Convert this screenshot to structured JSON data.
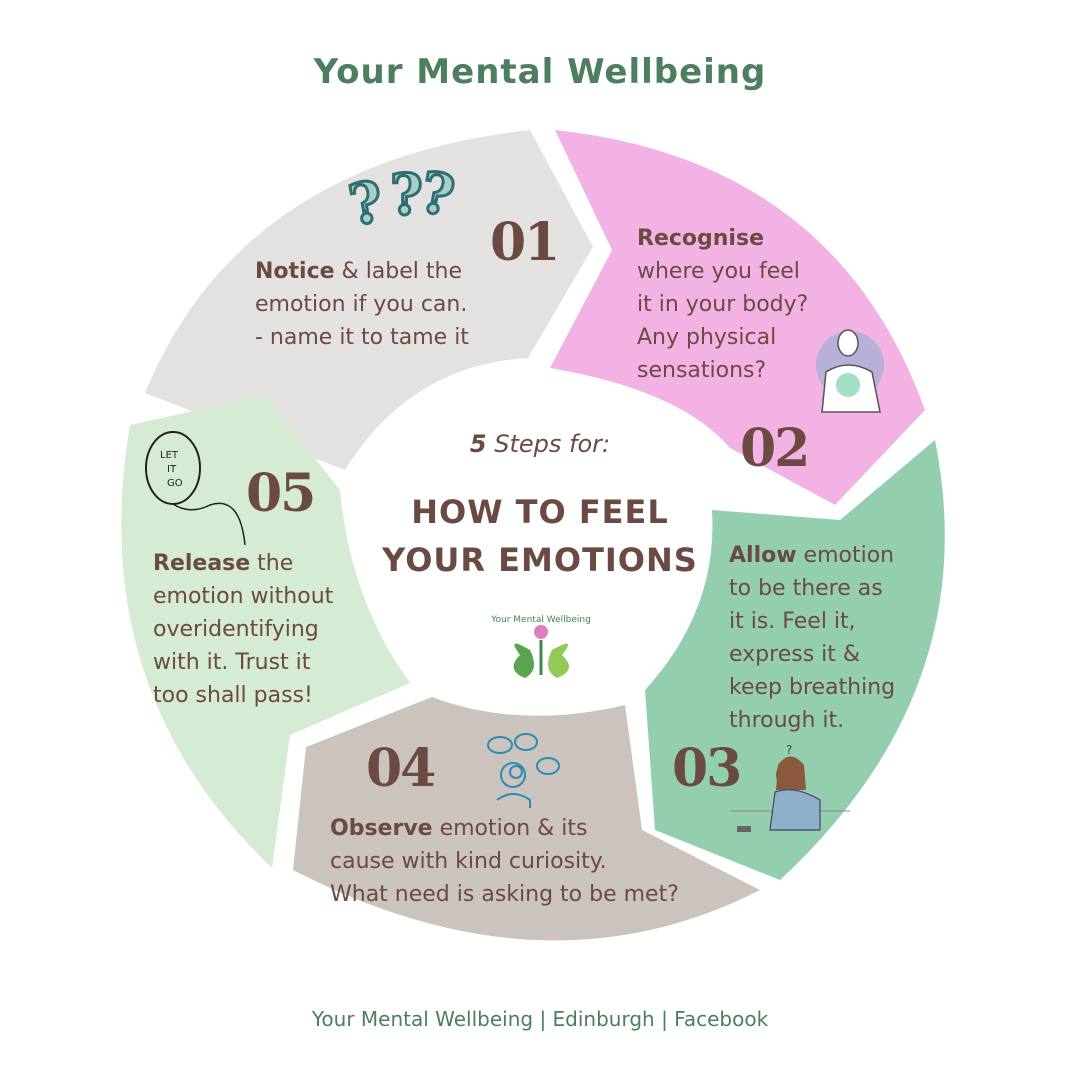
{
  "header": {
    "title": "Your Mental Wellbeing"
  },
  "center": {
    "sub_count": "5",
    "sub_text": " Steps for:",
    "title_line1": "HOW TO FEEL",
    "title_line2": "YOUR EMOTIONS",
    "logo_text": "Your Mental Wellbeing"
  },
  "steps": [
    {
      "number": "01",
      "keyword": "Notice",
      "lines": [
        " & label the",
        "emotion if you can.",
        "- name it to tame it"
      ],
      "color": "#e3e2e0",
      "icon": "question-marks-icon"
    },
    {
      "number": "02",
      "keyword": "Recognise",
      "lines": [
        "where you feel",
        "it in your body?",
        "Any physical",
        "sensations?"
      ],
      "color": "#f2b2e4",
      "icon": "body-sensation-icon"
    },
    {
      "number": "03",
      "keyword": "Allow",
      "lines": [
        " emotion",
        "to be there as",
        "it is. Feel it,",
        "express it &",
        "keep breathing",
        "through it."
      ],
      "color": "#93cfae",
      "icon": "sad-person-icon"
    },
    {
      "number": "04",
      "keyword": "Observe",
      "lines": [
        " emotion & its",
        "cause with kind curiosity.",
        "What need is asking to be met?"
      ],
      "color": "#cbc3bd",
      "icon": "thinking-person-icon"
    },
    {
      "number": "05",
      "keyword": "Release",
      "lines": [
        " the",
        "emotion without",
        "overidentifying",
        "with it. Trust it",
        "too shall pass!"
      ],
      "color": "#d5ebd3",
      "icon": "balloon-icon",
      "balloon_text": [
        "LET",
        "IT",
        "GO"
      ]
    }
  ],
  "footer": {
    "text": "Your Mental Wellbeing | Edinburgh | Facebook"
  }
}
